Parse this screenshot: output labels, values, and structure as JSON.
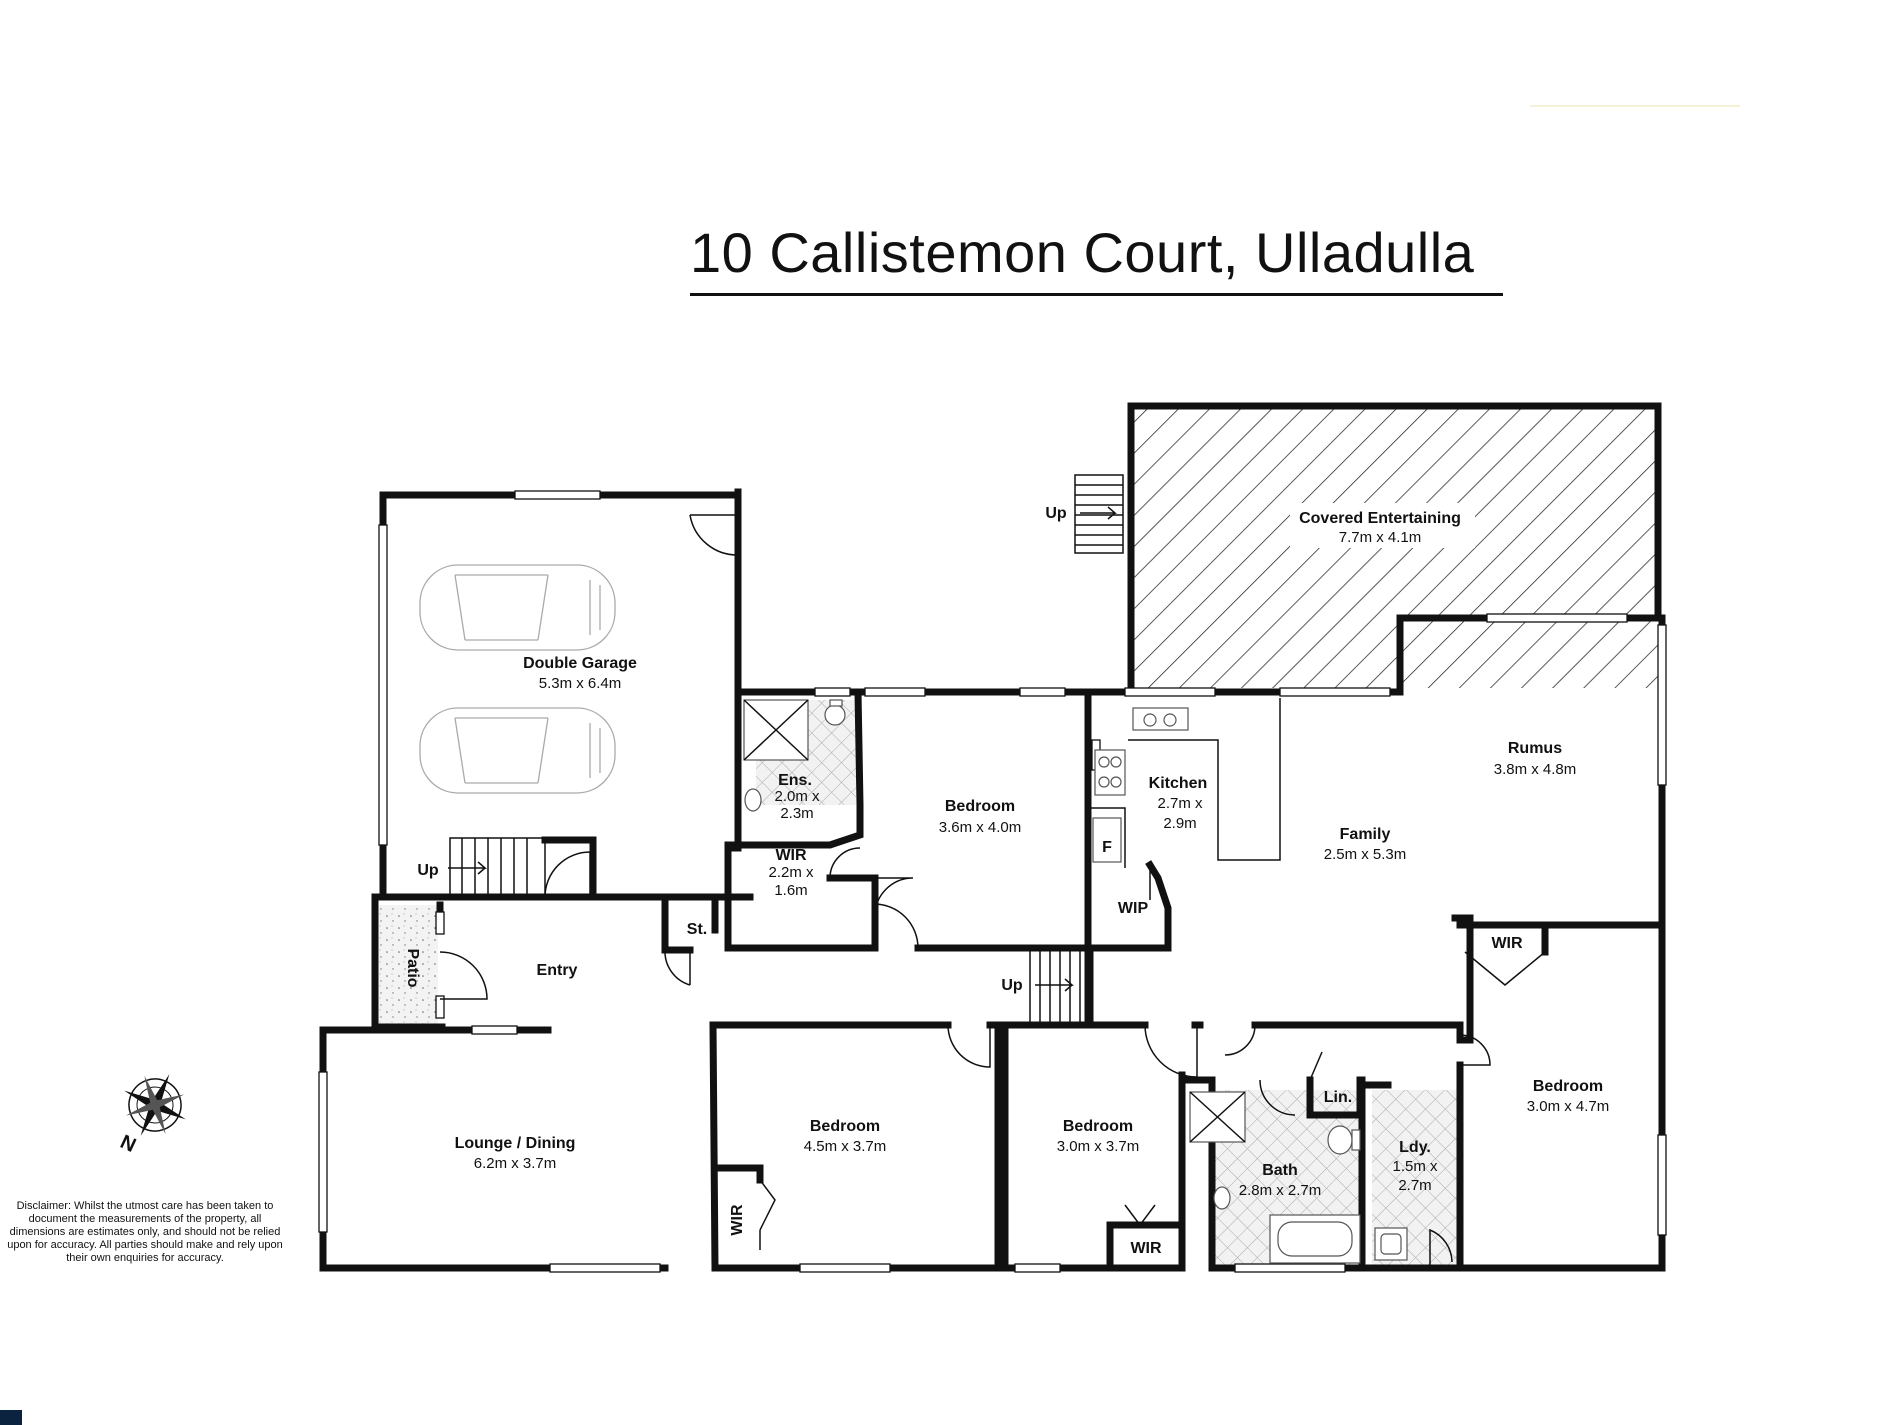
{
  "title": "10 Callistemon Court, Ulladulla",
  "disclaimer": "Disclaimer: Whilst the utmost care has been taken to document the measurements of the property, all dimensions are estimates only, and should not be relied upon for accuracy.  All parties should make and rely upon their own enquiries for accuracy.",
  "compass_label": "N",
  "rooms": {
    "garage": {
      "name": "Double Garage",
      "size": "5.3m x 6.4m"
    },
    "covered": {
      "name": "Covered Entertaining",
      "size": "7.7m x 4.1m"
    },
    "ensuite": {
      "name": "Ens.",
      "size_1": "2.0m x",
      "size_2": "2.3m"
    },
    "wir_main": {
      "name": "WIR",
      "size_1": "2.2m x",
      "size_2": "1.6m"
    },
    "bedroom_main": {
      "name": "Bedroom",
      "size": "3.6m x 4.0m"
    },
    "kitchen": {
      "name": "Kitchen",
      "size_1": "2.7m x",
      "size_2": "2.9m"
    },
    "family": {
      "name": "Family",
      "size": "2.5m x 5.3m"
    },
    "rumus": {
      "name": "Rumus",
      "size": "3.8m x 4.8m"
    },
    "entry": {
      "name": "Entry"
    },
    "store": {
      "name": "St."
    },
    "patio": {
      "name": "Patio"
    },
    "lounge": {
      "name": "Lounge / Dining",
      "size": "6.2m x 3.7m"
    },
    "bedroom_2": {
      "name": "Bedroom",
      "size": "4.5m x 3.7m"
    },
    "bedroom_3": {
      "name": "Bedroom",
      "size": "3.0m x 3.7m"
    },
    "bedroom_4": {
      "name": "Bedroom",
      "size": "3.0m x 4.7m"
    },
    "bath": {
      "name": "Bath",
      "size": "2.8m x 2.7m"
    },
    "laundry": {
      "name": "Ldy.",
      "size_1": "1.5m x",
      "size_2": "2.7m"
    },
    "linen": {
      "name": "Lin."
    },
    "wip": {
      "name": "WIP"
    },
    "fridge": {
      "name": "F"
    },
    "wir_rumus": {
      "name": "WIR"
    },
    "wir_bed2": {
      "name": "WIR"
    },
    "wir_bed3": {
      "name": "WIR"
    }
  },
  "stairs": {
    "up_1": "Up",
    "up_2": "Up",
    "up_3": "Up"
  }
}
